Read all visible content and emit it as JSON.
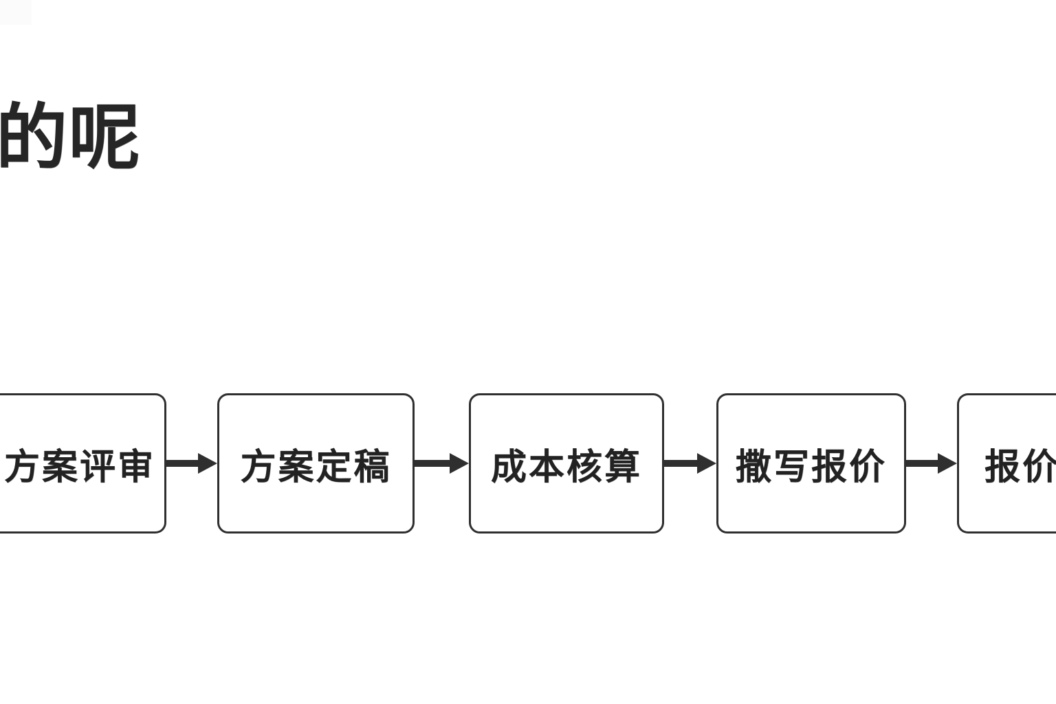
{
  "page": {
    "background_color": "#ffffff",
    "ink_color": "#2f2f2f",
    "heading_text": "的呢"
  },
  "flow": {
    "orientation": "horizontal-left-to-right",
    "arrow_icon_name": "arrow-right-icon",
    "nodes": [
      {
        "id": "node-1",
        "label": "方案评审",
        "clipped": "left"
      },
      {
        "id": "node-2",
        "label": "方案定稿",
        "clipped": "none"
      },
      {
        "id": "node-3",
        "label": "成本核算",
        "clipped": "none"
      },
      {
        "id": "node-4",
        "label": "撒写报价",
        "clipped": "none"
      },
      {
        "id": "node-5",
        "label": "报价",
        "clipped": "right"
      }
    ],
    "connectors": [
      {
        "id": "arrow-1",
        "from": "node-1",
        "to": "node-2"
      },
      {
        "id": "arrow-2",
        "from": "node-2",
        "to": "node-3"
      },
      {
        "id": "arrow-3",
        "from": "node-3",
        "to": "node-4"
      },
      {
        "id": "arrow-4",
        "from": "node-4",
        "to": "node-5"
      }
    ]
  }
}
